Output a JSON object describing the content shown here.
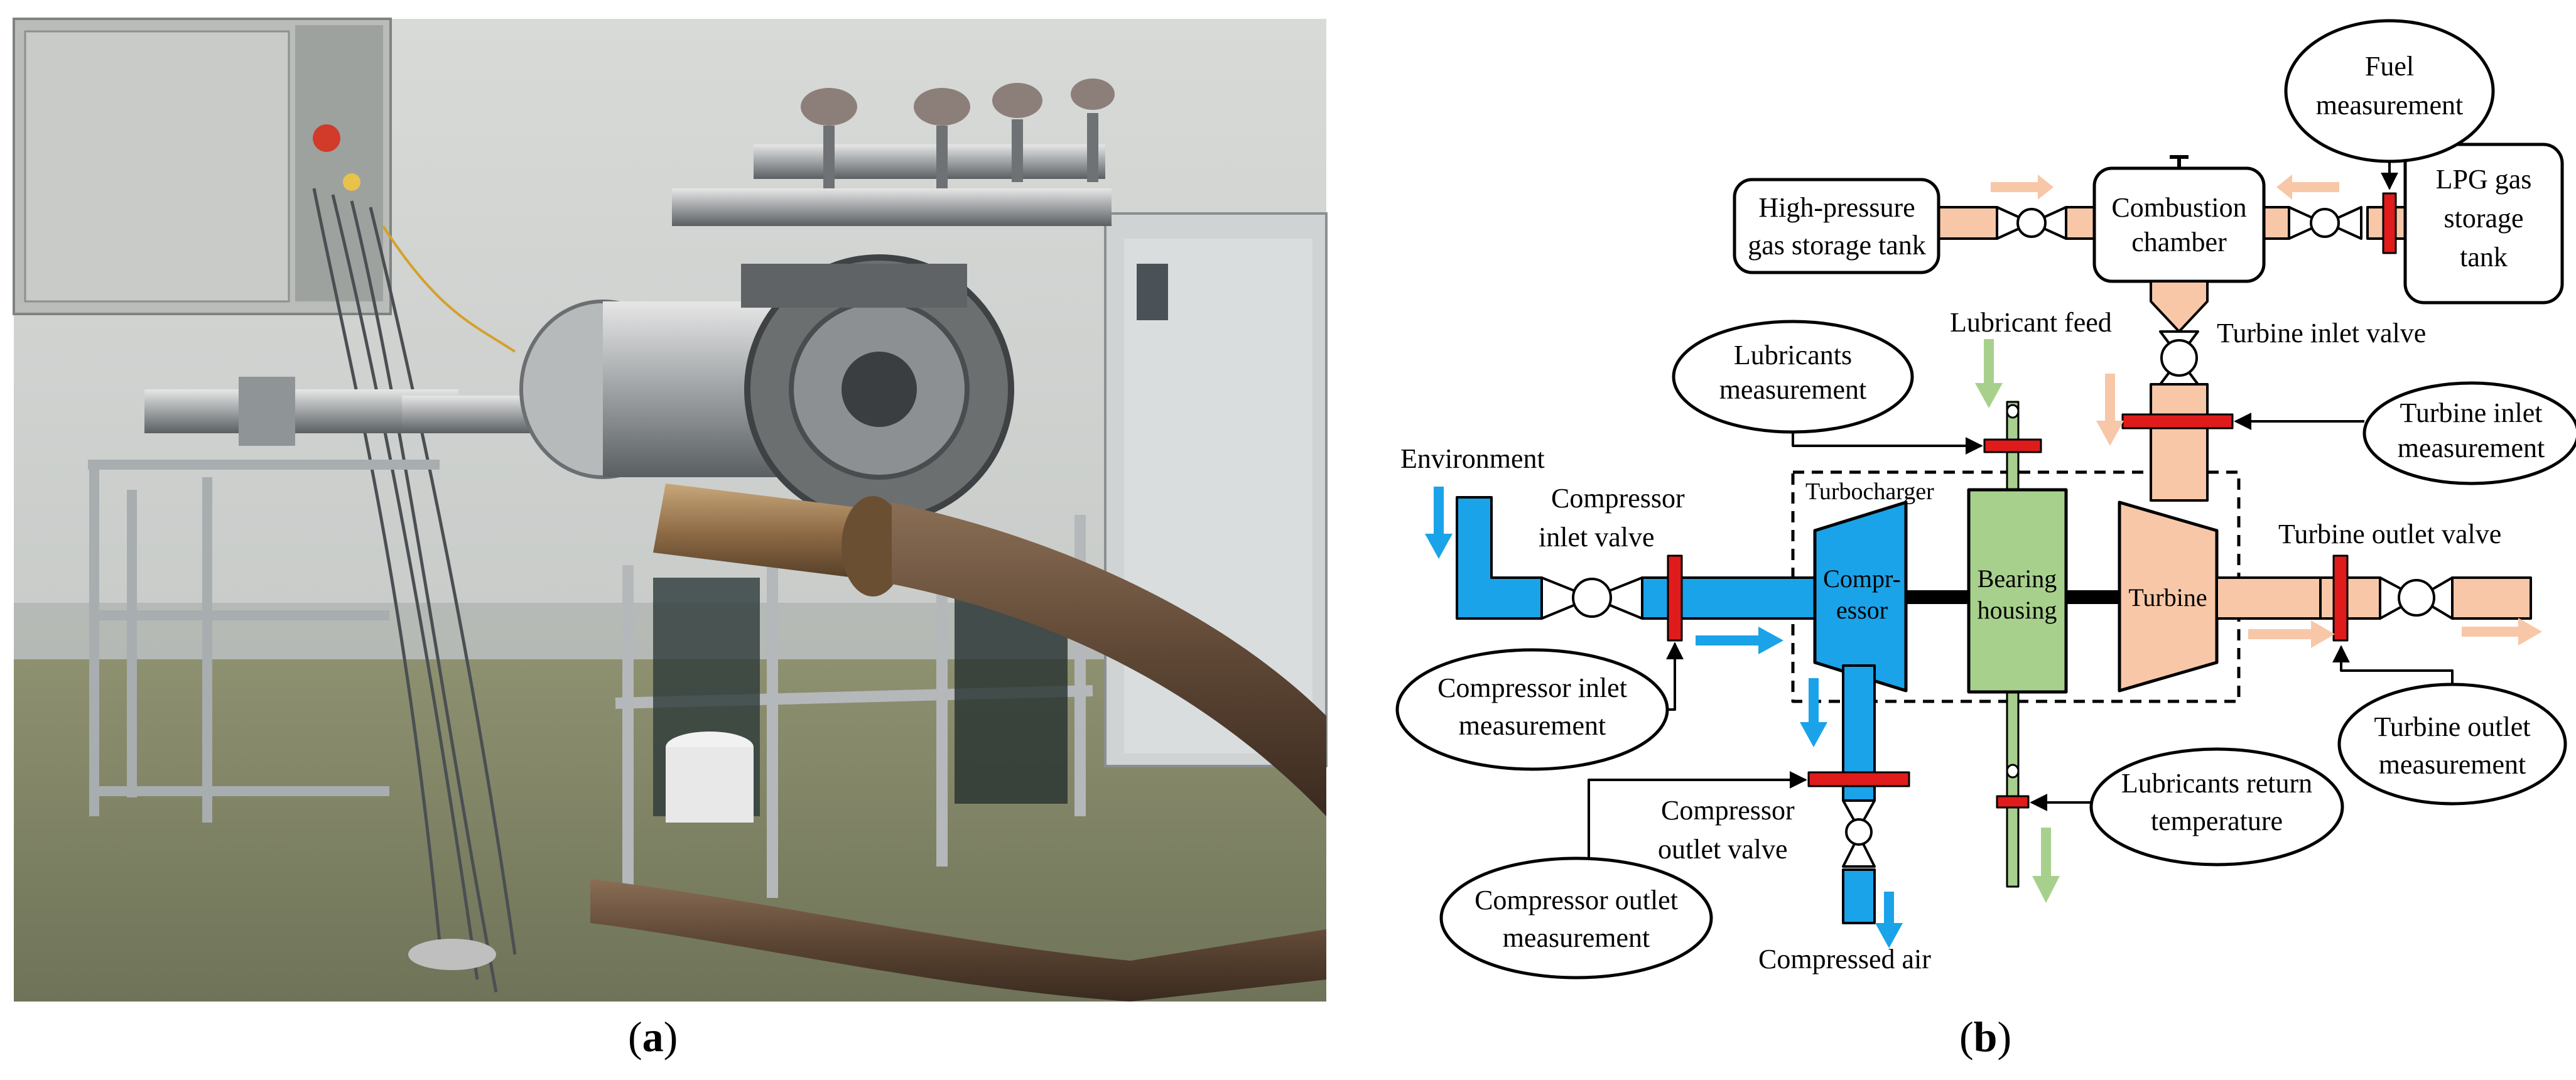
{
  "captions": {
    "a": "a",
    "b": "b"
  },
  "diagram": {
    "labels": {
      "fuel_measurement_1": "Fuel",
      "fuel_measurement_2": "measurement",
      "high_pressure_tank_1": "High-pressure",
      "high_pressure_tank_2": "gas storage tank",
      "combustion_1": "Combustion",
      "combustion_2": "chamber",
      "lpg_1": "LPG gas",
      "lpg_2": "storage",
      "lpg_3": "tank",
      "lubricant_feed": "Lubricant feed",
      "turbine_inlet_valve": "Turbine inlet valve",
      "lub_meas_1": "Lubricants",
      "lub_meas_2": "measurement",
      "turb_in_meas_1": "Turbine inlet",
      "turb_in_meas_2": "measurement",
      "environment": "Environment",
      "comp_inlet_valve_1": "Compressor",
      "comp_inlet_valve_2": "inlet valve",
      "turbocharger": "Turbocharger",
      "compressor_1": "Compr-",
      "compressor_2": "essor",
      "bearing_1": "Bearing",
      "bearing_2": "housing",
      "turbine": "Turbine",
      "turbine_outlet_valve": "Turbine outlet valve",
      "comp_in_meas_1": "Compressor inlet",
      "comp_in_meas_2": "measurement",
      "turb_out_meas_1": "Turbine outlet",
      "turb_out_meas_2": "measurement",
      "lub_return_1": "Lubricants return",
      "lub_return_2": "temperature",
      "comp_outlet_valve_1": "Compressor",
      "comp_outlet_valve_2": "outlet valve",
      "comp_out_meas_1": "Compressor outlet",
      "comp_out_meas_2": "measurement",
      "compressed_air": "Compressed air"
    },
    "colors": {
      "compressor_flow": "#1aa3e8",
      "turbine_flow": "#f7c7a8",
      "oil_flow": "#a8d08d",
      "sensor": "#e01b1b",
      "arrow_blue": "#1aa3e8",
      "arrow_orange": "#f7c7a8",
      "arrow_green": "#a8d08d"
    }
  }
}
